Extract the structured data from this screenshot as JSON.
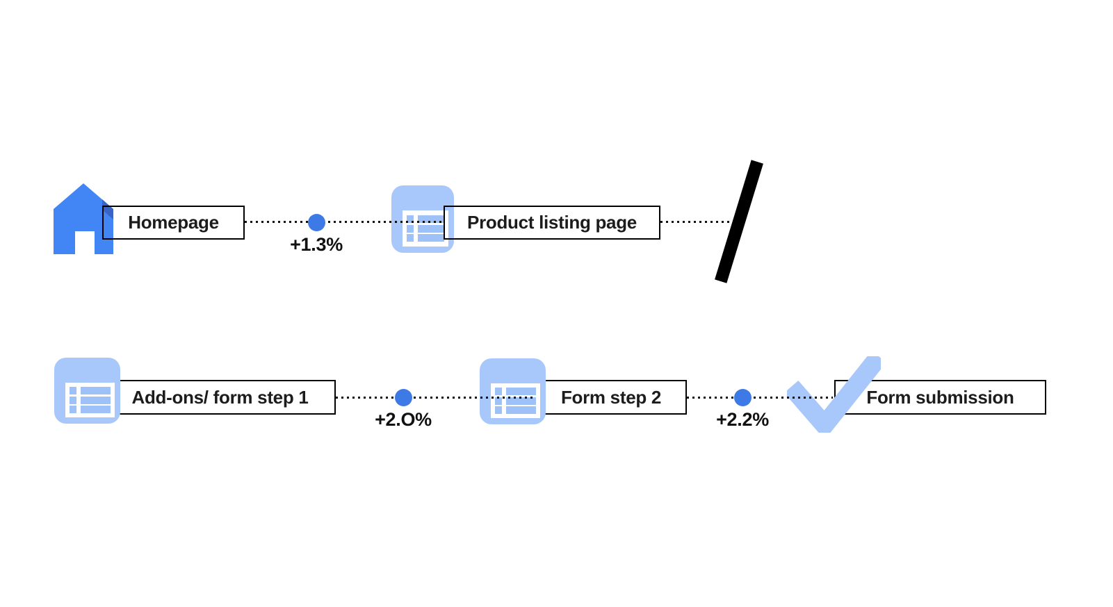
{
  "page": {
    "background": "#ffffff",
    "description": "Conversion funnel flow diagram with page steps and uplift percentages"
  },
  "colors": {
    "primary_blue": "#4285f4",
    "roof_shade_blue": "#3a63c4",
    "light_blue": "#a8c7fa",
    "list_row_blue": "#9ec1f8",
    "connector_dot_blue": "#3d7ae5",
    "dotted_line": "#111111",
    "box_border": "#000000",
    "label_text": "#1c1c1c"
  },
  "funnel": {
    "row1": {
      "step1": {
        "icon": "home-icon",
        "label": "Homepage"
      },
      "delta1": "+1.3%",
      "step2": {
        "icon": "list-icon",
        "label": "Product listing page"
      },
      "end": "break-slash"
    },
    "row2": {
      "step1": {
        "icon": "list-icon",
        "label": "Add-ons/ form step 1"
      },
      "delta1": "+2.O%",
      "step2": {
        "icon": "list-icon",
        "label": "Form step 2"
      },
      "delta2": "+2.2%",
      "step3": {
        "icon": "check-icon",
        "label": "Form submission"
      }
    }
  }
}
